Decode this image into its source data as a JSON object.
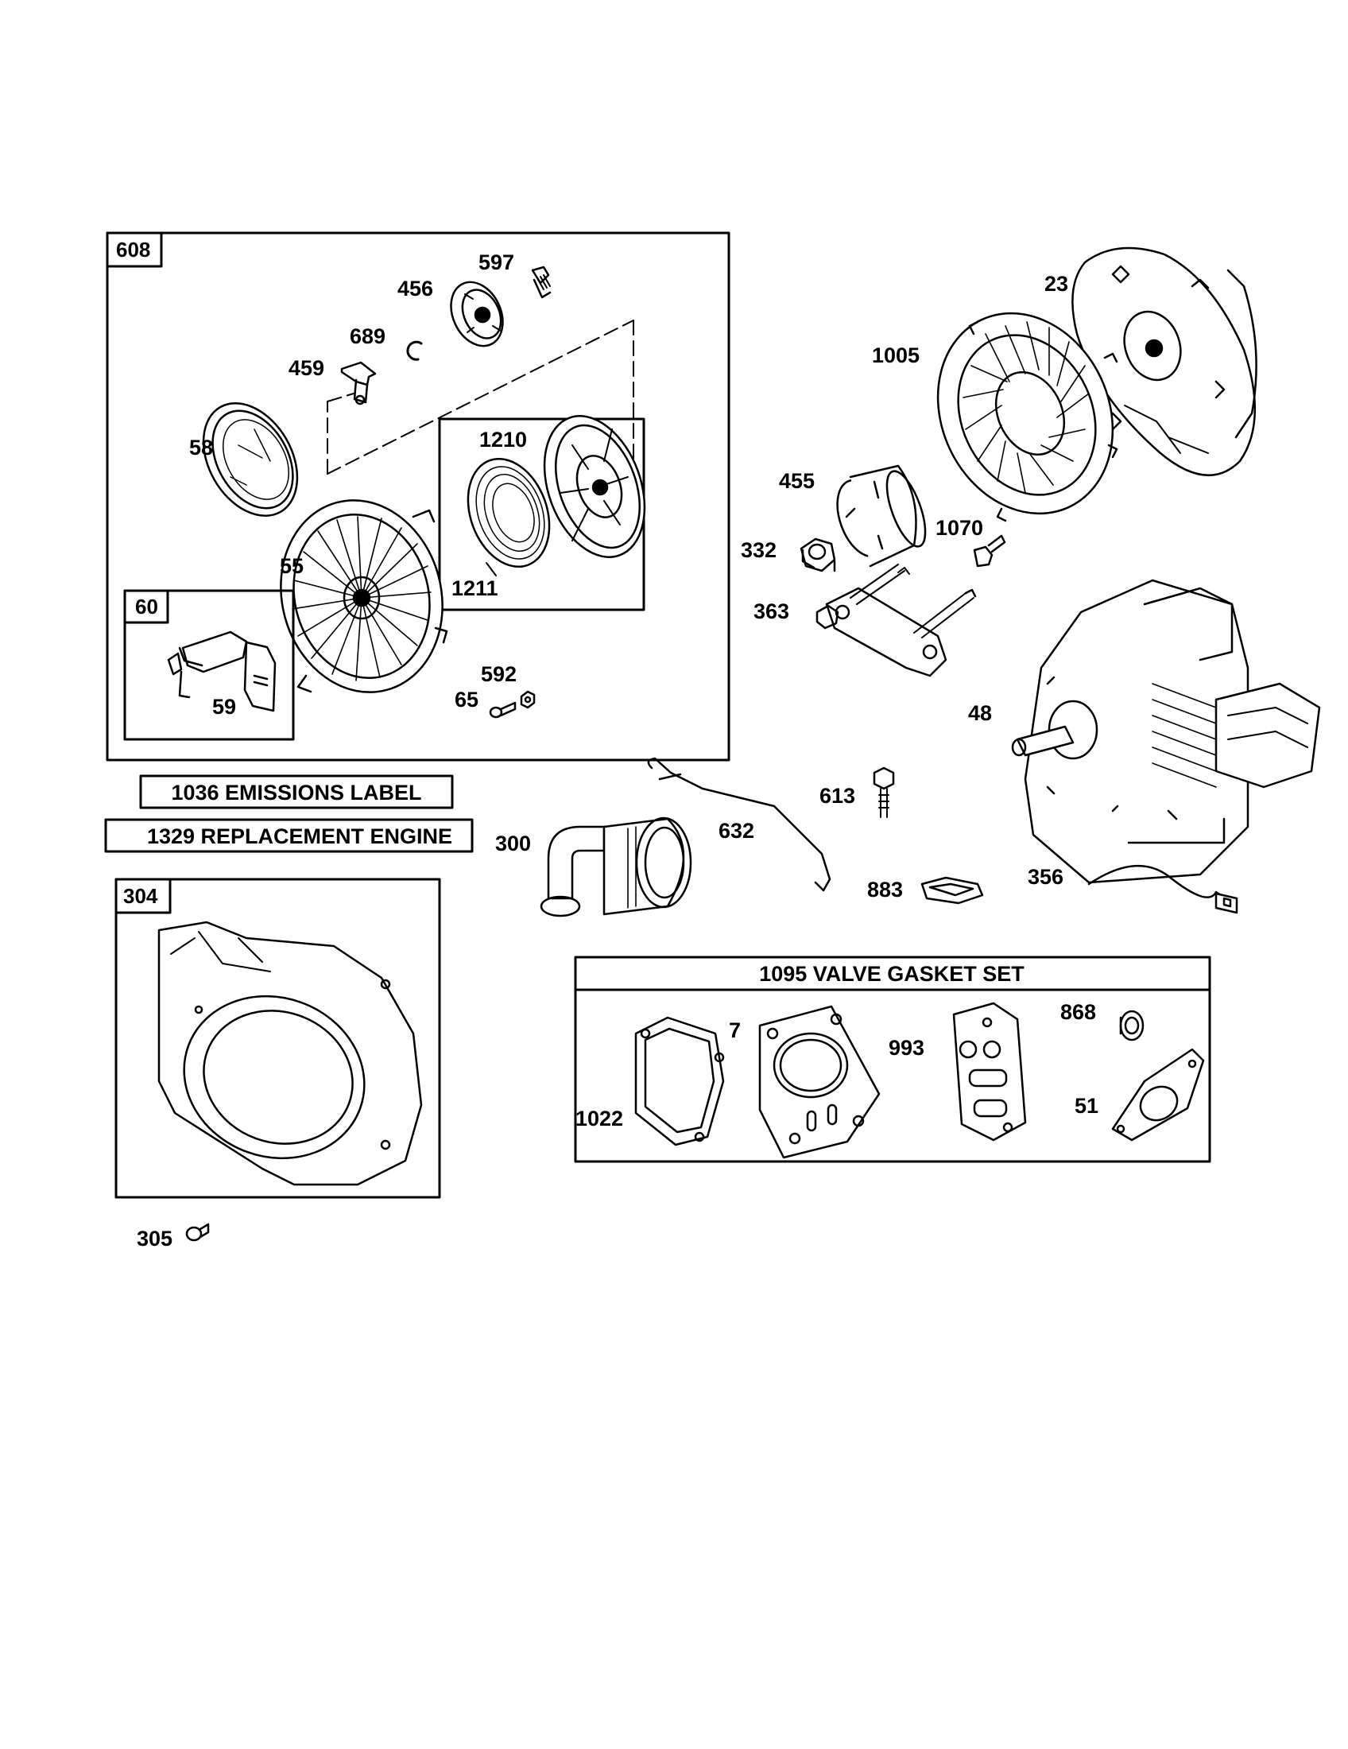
{
  "groups": {
    "starter": "608",
    "handle": "60",
    "housing": "304",
    "pulley": "1210"
  },
  "labels": {
    "emissions": "1036 EMISSIONS LABEL",
    "engine": "1329 REPLACEMENT ENGINE",
    "gasket_set": "1095 VALVE GASKET SET"
  },
  "parts": {
    "p597": "597",
    "p456": "456",
    "p689": "689",
    "p459": "459",
    "p58": "58",
    "p1210": "1210",
    "p1211": "1211",
    "p55": "55",
    "p59": "59",
    "p592": "592",
    "p65": "65",
    "p23": "23",
    "p1005": "1005",
    "p455": "455",
    "p332": "332",
    "p1070": "1070",
    "p363": "363",
    "p48": "48",
    "p613": "613",
    "p632": "632",
    "p300": "300",
    "p883": "883",
    "p356": "356",
    "p305": "305",
    "p7": "7",
    "p993": "993",
    "p868": "868",
    "p1022": "1022",
    "p51": "51"
  }
}
